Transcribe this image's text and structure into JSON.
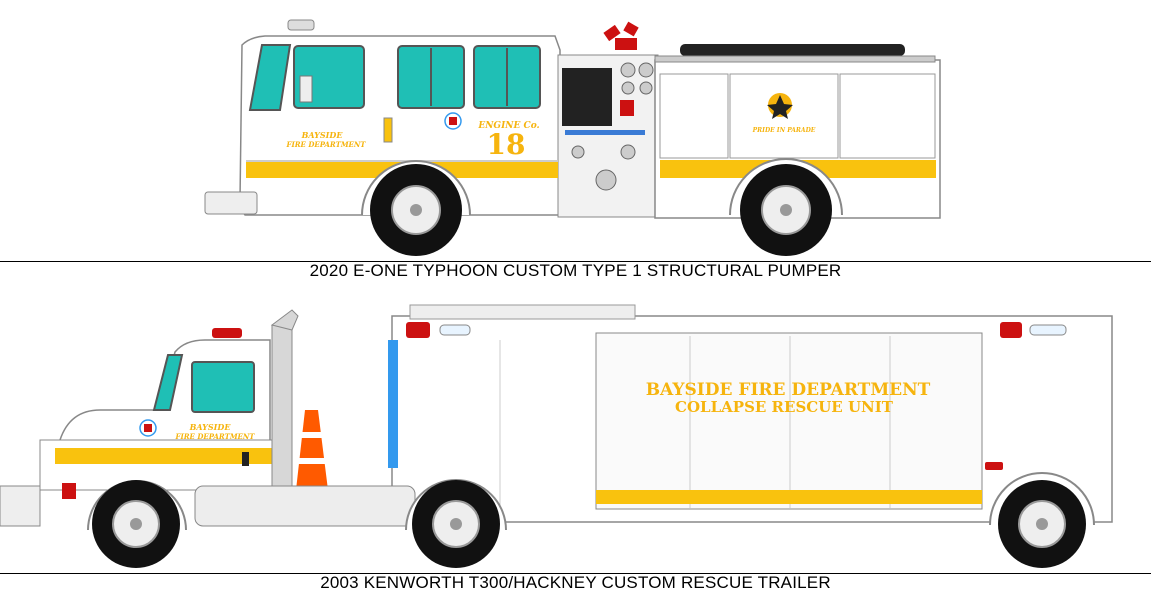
{
  "captions": {
    "pumper": "2020 E-ONE TYPHOON CUSTOM TYPE 1 STRUCTURAL PUMPER",
    "rescue": "2003 KENWORTH T300/HACKNEY CUSTOM RESCUE TRAILER"
  },
  "pumper": {
    "dept_line1": "BAYSIDE",
    "dept_line2": "FIRE DEPARTMENT",
    "engine_label": "ENGINE Co.",
    "engine_number": "18",
    "motto": "PRIDE IN PARADE"
  },
  "rescue": {
    "cab_line1": "BAYSIDE",
    "cab_line2": "FIRE DEPARTMENT",
    "trailer_line1": "BAYSIDE FIRE DEPARTMENT",
    "trailer_line2": "COLLAPSE RESCUE UNIT"
  },
  "colors": {
    "stripe_yellow": "#f9c20e",
    "glass_teal": "#1fbfb5",
    "lettering_gold": "#f6b40e",
    "warning_red": "#cc1111",
    "cone_orange": "#ff5a00",
    "blue_light": "#3399ee"
  }
}
